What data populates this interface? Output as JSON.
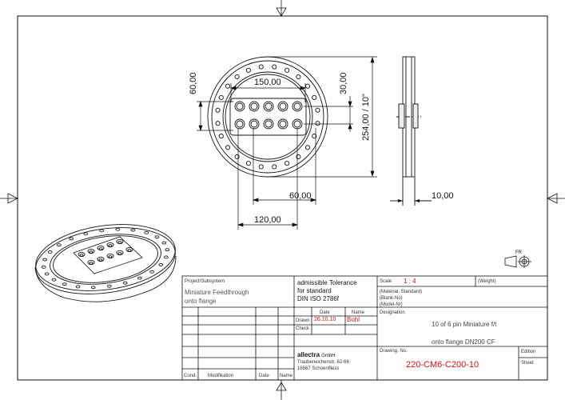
{
  "dimensions": {
    "hole_spacing_x": "150,00",
    "vertical_pitch": "60,00",
    "row_pitch": "30,00",
    "flange_diameter": "254,00 / 10\"",
    "offset_60": "60,00",
    "offset_120": "120,00",
    "thickness": "10,00"
  },
  "projection_symbol_label": "FR",
  "title_block": {
    "project_label": "Project/Subsystem",
    "project_value_line1": "Miniature Feedthrough",
    "project_value_line2": "onto flange",
    "tolerance_line1": "admissible Tolerance",
    "tolerance_line2": "for standard",
    "tolerance_line3": "DIN ISO 2786f",
    "scale_label": "Scale",
    "scale_value": "1 : 4",
    "weight_label": "(Weight)",
    "material_label": "(Material, Standard)",
    "blank_label": "(Blank-No)",
    "model_label": "(Model-Nr)",
    "date_header": "Date",
    "name_header": "Name",
    "drawn_label": "Drawn",
    "drawn_date": "26.10.10",
    "drawn_name": "Bohl",
    "check_label": "Check",
    "designation_label": "Designation",
    "designation_line1": "10 of 6 pin Miniature f/t",
    "designation_line2": "onto flange DN200 CF",
    "company_name_a": "a",
    "company_name_rest": "llectra",
    "company_suffix": "GmbH",
    "address_line1": "Traubeneichenstr. 62-66",
    "address_line2": "16567 Schoenfliess",
    "drawing_no_label": "Drawing. No.",
    "drawing_no": "220-CM6-C200-10",
    "edition_label": "Edition",
    "sheet_label": "Sheet",
    "cond_label": "Cond.",
    "modification_label": "Modifikation",
    "date_col_label": "Date",
    "name_col_label": "Name"
  },
  "colors": {
    "line": "#111111",
    "red_text": "#dd1111"
  }
}
